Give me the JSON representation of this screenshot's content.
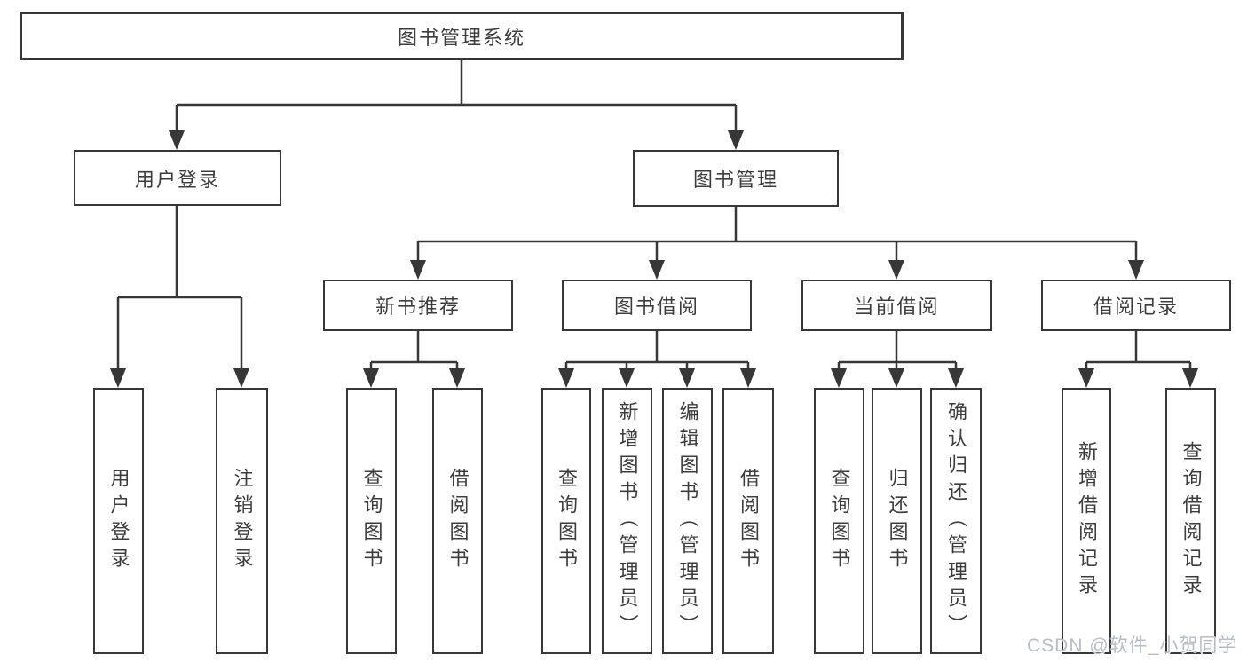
{
  "diagram": {
    "root": {
      "label": "图书管理系统"
    },
    "level2": [
      {
        "label": "用户登录"
      },
      {
        "label": "图书管理"
      }
    ],
    "level3": [
      {
        "label": "新书推荐"
      },
      {
        "label": "图书借阅"
      },
      {
        "label": "当前借阅"
      },
      {
        "label": "借阅记录"
      }
    ],
    "leaves": {
      "user_login": [
        "用户登录",
        "注销登录"
      ],
      "new_books": [
        "查询图书",
        "借阅图书"
      ],
      "book_borrow": [
        "查询图书",
        "新增图书（管理员）",
        "编辑图书（管理员）",
        "借阅图书"
      ],
      "current_borrow": [
        "查询图书",
        "归还图书",
        "确认归还（管理员）"
      ],
      "borrow_records": [
        "新增借阅记录",
        "查询借阅记录"
      ]
    }
  },
  "colors": {
    "line": "#373737",
    "text": "#3c3c3c",
    "watermark": "#b9bdc3"
  },
  "watermark": {
    "text": "CSDN @软件_小贺同学"
  }
}
